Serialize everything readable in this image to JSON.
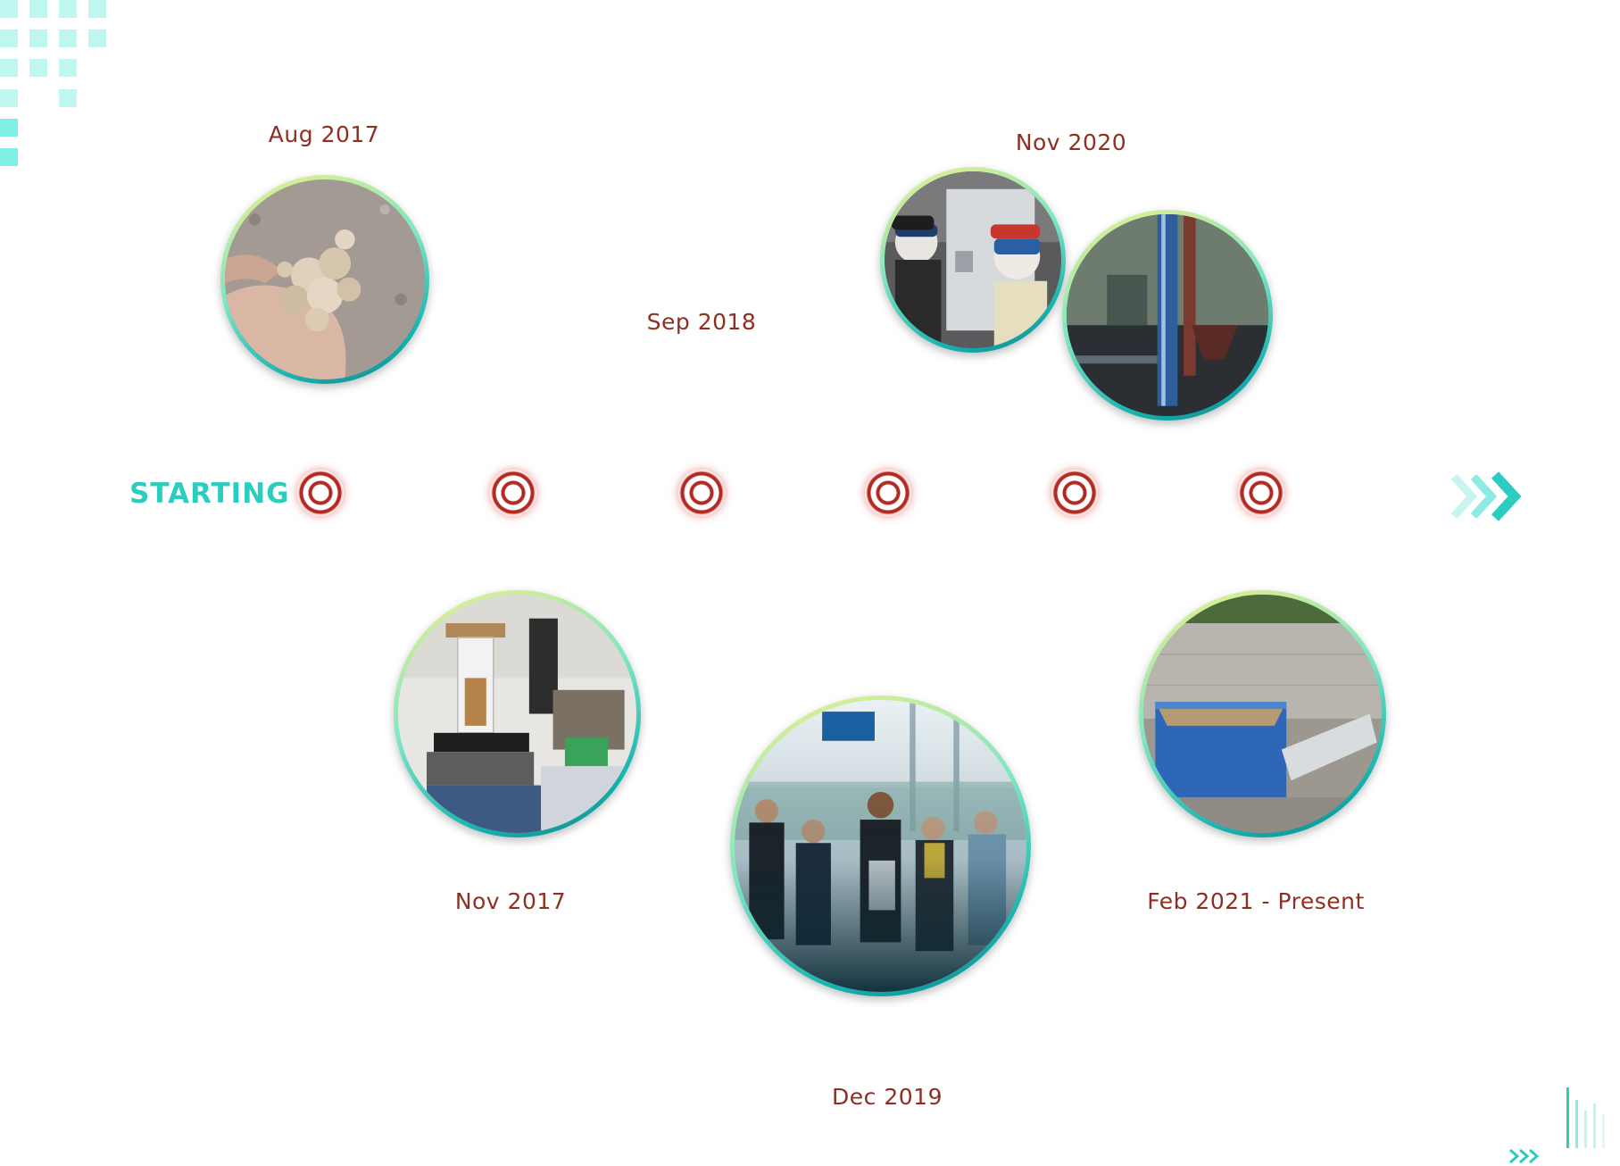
{
  "timeline": {
    "start_label": "STARTING",
    "accent_color": "#2bcdc0",
    "date_color": "#8e2f22",
    "milestone_color": "#b22a22",
    "events": [
      {
        "date": "Aug 2017",
        "photo": "hand-holding-pellets-photo"
      },
      {
        "date": "Nov 2017",
        "photo": "lab-equipment-photo"
      },
      {
        "date": "Sep 2018",
        "photo": ""
      },
      {
        "date": "Dec 2019",
        "photo": "group-photo"
      },
      {
        "date": "Nov 2020",
        "photo": "factory-visit-photos"
      },
      {
        "date": "Feb 2021 - Present",
        "photo": "composting-bin-photo"
      }
    ]
  },
  "decor": {
    "arrow_icon": "triple-chevron-right-icon",
    "small_arrow_icon": "double-chevron-right-icon",
    "bars_icon": "vertical-bars-icon"
  }
}
